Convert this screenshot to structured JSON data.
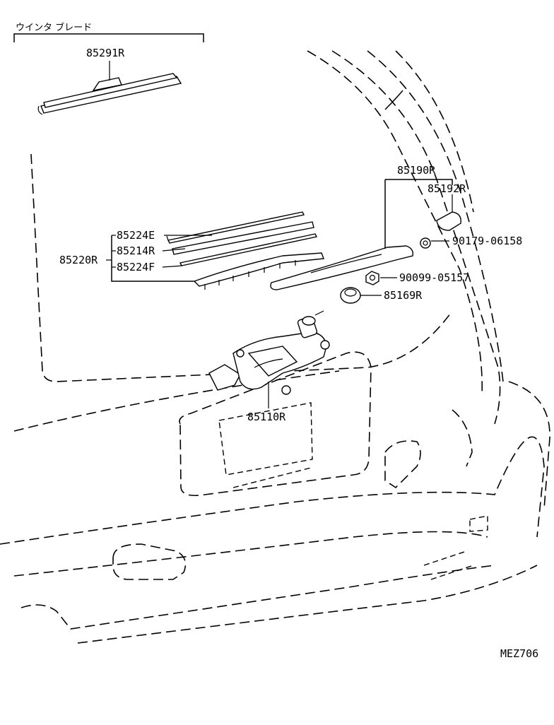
{
  "header": {
    "title": "ウインタ ブレード"
  },
  "callouts": {
    "blade": "85291R",
    "arm_group": "85190R",
    "cap": "85192R",
    "bolt": "90179-06158",
    "nut": "90099-05157",
    "grommet": "85169R",
    "blade_sub_group": "85220R",
    "rubber_e": "85224E",
    "backing": "85214R",
    "rubber_f": "85224F",
    "motor": "85110R"
  },
  "footer": {
    "diagram_code": "MEZ706"
  }
}
